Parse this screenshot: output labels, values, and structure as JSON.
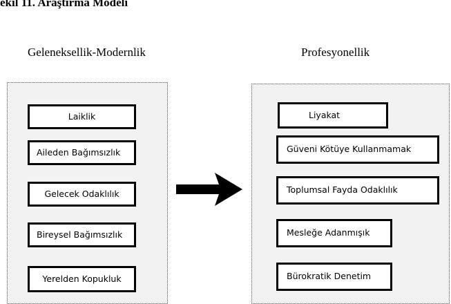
{
  "figure": {
    "title": "ekil 11. Araştırma Modeli"
  },
  "left_group": {
    "title": "Geleneksellik-Modernlik",
    "items": [
      "Laiklik",
      "Aileden Bağımsızlık",
      "Gelecek Odaklılık",
      "Bireysel Bağımsızlık",
      "Yerelden Kopukluk"
    ]
  },
  "right_group": {
    "title": "Profesyonellik",
    "items": [
      "Liyakat",
      "Güveni Kötüye Kullanmamak",
      "Toplumsal Fayda Odaklılık",
      "Mesleğe Adanmışık",
      "Bürokratik Denetim"
    ]
  },
  "colors": {
    "panel_fill": "#f2f2f2",
    "box_border": "#000000",
    "box_fill": "#ffffff",
    "arrow": "#000000"
  }
}
